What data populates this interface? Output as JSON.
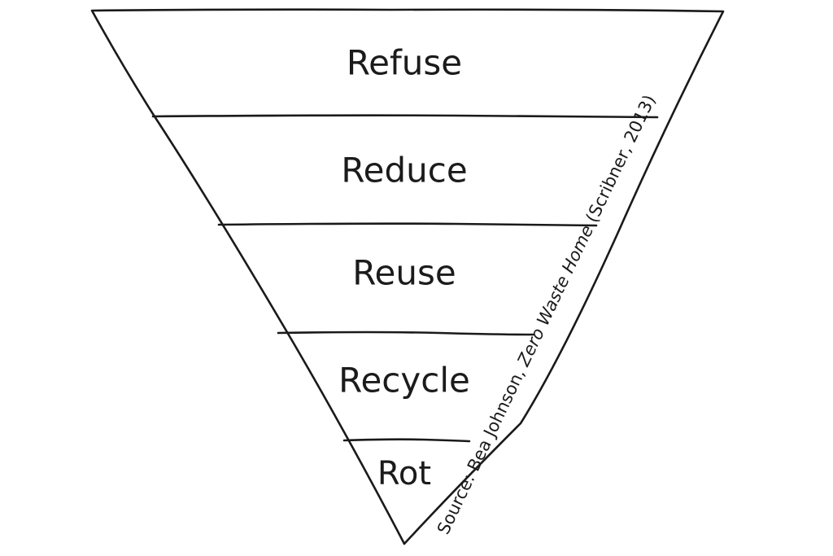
{
  "diagram": {
    "tiers": [
      {
        "label": "Refuse"
      },
      {
        "label": "Reduce"
      },
      {
        "label": "Reuse"
      },
      {
        "label": "Recycle"
      },
      {
        "label": "Rot"
      }
    ],
    "source": {
      "prefix": "Source: Bea Johnson, ",
      "title": "Zero Waste Home",
      "suffix": " (Scribner, 2013)"
    }
  }
}
